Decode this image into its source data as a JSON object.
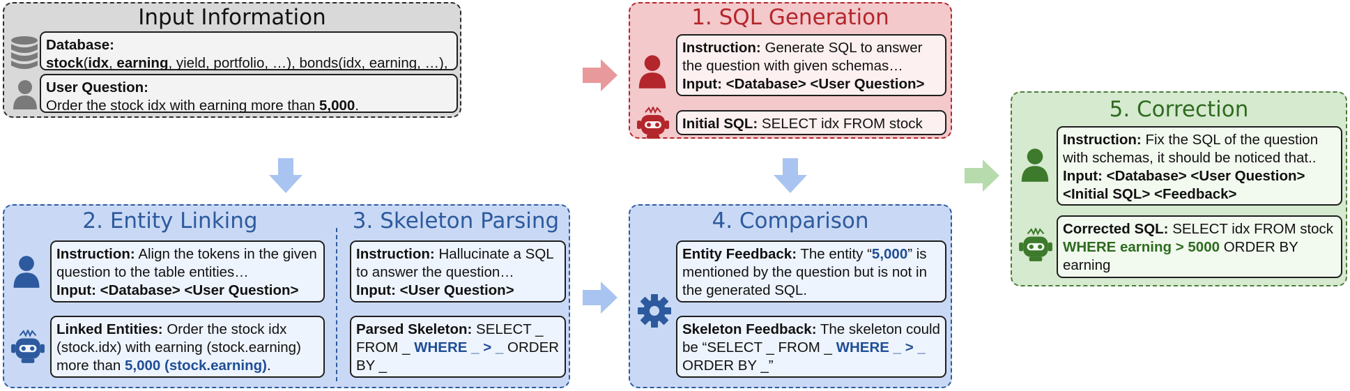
{
  "input": {
    "title": "Input Information",
    "database_label": "Database:",
    "database_value_html": "<b>stock</b>(<b>idx</b>, <b>earning</b>, yield, portfolio, …), bonds(idx, earning, …), …",
    "question_label": "User Question:",
    "question_value_html": "Order the stock idx with earning more than <b>5,000</b>."
  },
  "sql_generation": {
    "title": "1. SQL Generation",
    "instruction_html": "<b>Instruction:</b> Generate SQL to answer the question with given schemas…<br><b>Input: &lt;Database&gt; &lt;User Question&gt;</b>",
    "initial_sql_html": "<b>Initial SQL:</b> SELECT idx FROM stock"
  },
  "entity_linking": {
    "title": "2. Entity Linking",
    "instruction_html": "<b>Instruction:</b> Align the tokens in the given question to the table entities…<br><b>Input: &lt;Database&gt; &lt;User Question&gt;</b>",
    "linked_html": "<b>Linked Entities:</b> Order the stock idx (stock.idx) with earning (stock.earning) more than <span class='hl-blue'>5,000 (stock.earning)</span>."
  },
  "skeleton_parsing": {
    "title": "3. Skeleton Parsing",
    "instruction_html": "<b>Instruction:</b> Hallucinate a SQL to answer the question…<br><b>Input: &lt;User Question&gt;</b>",
    "parsed_html": "<b>Parsed Skeleton:</b> SELECT _ FROM _ <span class='hl-blue'>WHERE _ &gt; _</span> ORDER BY _"
  },
  "comparison": {
    "title": "4. Comparison",
    "entity_feedback_html": "<b>Entity Feedback:</b> The entity “<span class='hl-blue'>5,000</span>” is mentioned by the question but is not in the generated SQL.",
    "skeleton_feedback_html": "<b>Skeleton Feedback:</b> The skeleton could be “SELECT _ FROM _ <span class='hl-blue'>WHERE _ &gt; _</span> ORDER BY _”"
  },
  "correction": {
    "title": "5. Correction",
    "instruction_html": "<b>Instruction:</b> Fix the SQL of the question with schemas, it should be noticed that..<br><b>Input: &lt;Database&gt; &lt;User Question&gt; &lt;Initial SQL&gt; &lt;Feedback&gt;</b>",
    "corrected_html": "<b>Corrected SQL:</b> SELECT idx FROM stock <span class='hl-green'>WHERE earning &gt; 5000</span> ORDER BY earning"
  },
  "colors": {
    "gray_panel": "#d9d9d9",
    "red_panel": "#f3c9cb",
    "blue_panel": "#c9d9f5",
    "green_panel": "#d6ead0",
    "arrow_red": "#e8999c",
    "arrow_blue": "#a9c4f0",
    "arrow_green": "#b7dbac"
  },
  "icons": [
    "database-icon",
    "user-icon",
    "robot-icon",
    "gear-icon"
  ]
}
